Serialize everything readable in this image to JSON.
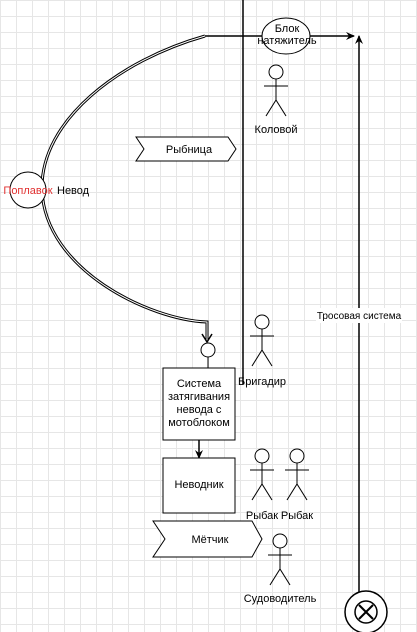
{
  "diagram": {
    "nodes": {
      "tensioner_block": "Блок натяжитель",
      "float": "Поплавок",
      "seine": "Невод",
      "fish_storage": "Рыбница",
      "tightening_system": "Система затягивания невода с мотоблоком",
      "seine_worker": "Неводник",
      "marker": "Мётчик",
      "cable_system": "Тросовая система"
    },
    "actors": {
      "stake_worker": "Коловой",
      "foreman": "Бригадир",
      "fisherman_1": "Рыбак",
      "fisherman_2": "Рыбак",
      "skipper": "Судоводитель"
    },
    "colors": {
      "line": "#000000",
      "float_label": "#e03030",
      "grid": "#e6e6e6",
      "background": "#ffffff"
    },
    "icons": {
      "terminator": "circle-x-icon",
      "pin": "small-circle-icon",
      "actor": "stick-figure-icon"
    }
  }
}
